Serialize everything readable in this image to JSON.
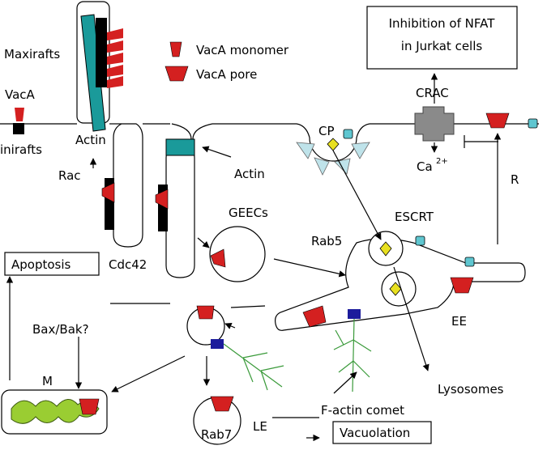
{
  "labels": {
    "nfat": [
      "Inhibition of NFAT",
      "in Jurkat cells"
    ],
    "maxirafts": "Maxirafts",
    "vaca": "VacA",
    "minirafts": "inirafts",
    "actin_top": "Actin",
    "rac": "Rac",
    "cdc42": "Cdc42",
    "actin_mid": "Actin",
    "legend_monomer": "VacA monomer",
    "legend_pore": "VacA pore",
    "crac": "CRAC",
    "cp": "CP",
    "ca": "Ca",
    "ca_sup": "2+",
    "r": "R",
    "geecs": "GEECs",
    "escrt": "ESCRT",
    "rab5": "Rab5",
    "apoptosis": "Apoptosis",
    "bax_bak": "Bax/Bak?",
    "m": "M",
    "ee": "EE",
    "lysosomes": "Lysosomes",
    "fcomet": "F-actin comet",
    "le": "LE",
    "rab7": "Rab7",
    "vacuolation": "Vacuolation"
  },
  "colors": {
    "vaca_red": "#d42020",
    "raft_teal": "#1a9a9a",
    "raft_black": "#000000",
    "crac_gray": "#8a8a8a",
    "channel_cyan": "#5fc6d0",
    "diamond_yellow": "#e8e020",
    "clathrin_blue": "#bfe3ea",
    "mito_green": "#9acd32",
    "comet_green": "#3a9a3a",
    "late_marker": "#1c1c9c"
  },
  "icons": [
    "vaca-monomer-icon",
    "vaca-pore-icon",
    "crac-channel-icon",
    "ion-channel-icon",
    "clathrin-triangle-icon",
    "cargo-diamond-icon",
    "mitochondrion-icon",
    "actin-comet-icon"
  ]
}
